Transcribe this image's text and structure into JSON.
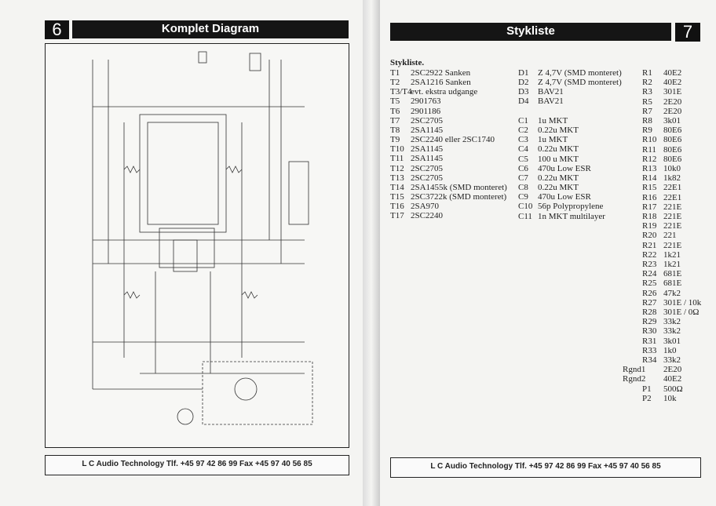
{
  "left_page": {
    "page_number": "6",
    "title": "Komplet Diagram",
    "footer": "L C Audio Technology   Tlf. +45  97 42 86 99  Fax +45  97 40 56 85"
  },
  "right_page": {
    "page_number": "7",
    "title": "Stykliste",
    "footer": "L C Audio Technology   Tlf. +45  97 42 86 99  Fax +45  97 40 56 85",
    "list_title": "Stykliste.",
    "transistors": [
      [
        "T1",
        "2SC2922 Sanken"
      ],
      [
        "T2",
        "2SA1216 Sanken"
      ],
      [
        "T3/T4",
        "evt. ekstra udgange"
      ],
      [
        "T5",
        "2901763"
      ],
      [
        "T6",
        "2901186"
      ],
      [
        "T7",
        "2SC2705"
      ],
      [
        "T8",
        "2SA1145"
      ],
      [
        "T9",
        "2SC2240 eller 2SC1740"
      ],
      [
        "T10",
        "2SA1145"
      ],
      [
        "T11",
        "2SA1145"
      ],
      [
        "T12",
        "2SC2705"
      ],
      [
        "T13",
        "2SC2705"
      ],
      [
        "T14",
        "2SA1455k (SMD monteret)"
      ],
      [
        "T15",
        "2SC3722k (SMD monteret)"
      ],
      [
        "T16",
        "2SA970"
      ],
      [
        "T17",
        "2SC2240"
      ]
    ],
    "diodes": [
      [
        "D1",
        "Z 4,7V (SMD monteret)"
      ],
      [
        "D2",
        "Z 4,7V (SMD monteret)"
      ],
      [
        "D3",
        "BAV21"
      ],
      [
        "D4",
        "BAV21"
      ]
    ],
    "capacitors": [
      [
        "C1",
        "1u MKT"
      ],
      [
        "C2",
        "0.22u MKT"
      ],
      [
        "C3",
        "1u MKT"
      ],
      [
        "C4",
        "0.22u MKT"
      ],
      [
        "C5",
        "100 u MKT"
      ],
      [
        "C6",
        "470u Low ESR"
      ],
      [
        "C7",
        "0.22u MKT"
      ],
      [
        "C8",
        "0.22u MKT"
      ],
      [
        "C9",
        "470u Low ESR"
      ],
      [
        "C10",
        "56p Polypropylene"
      ],
      [
        "C11",
        "1n MKT multilayer"
      ]
    ],
    "resistors": [
      [
        "R1",
        "40E2"
      ],
      [
        "R2",
        "40E2"
      ],
      [
        "R3",
        "301E"
      ],
      [
        "R5",
        "2E20"
      ],
      [
        "R7",
        "2E20"
      ],
      [
        "R8",
        "3k01"
      ],
      [
        "R9",
        "80E6"
      ],
      [
        "R10",
        "80E6"
      ],
      [
        "R11",
        "80E6"
      ],
      [
        "R12",
        "80E6"
      ],
      [
        "R13",
        "10k0"
      ],
      [
        "R14",
        "1k82"
      ],
      [
        "R15",
        "22E1"
      ],
      [
        "R16",
        "22E1"
      ],
      [
        "R17",
        "221E"
      ],
      [
        "R18",
        "221E"
      ],
      [
        "R19",
        "221E"
      ],
      [
        "R20",
        "221"
      ],
      [
        "R21",
        "221E"
      ],
      [
        "R22",
        "1k21"
      ],
      [
        "R23",
        "1k21"
      ],
      [
        "R24",
        "681E"
      ],
      [
        "R25",
        "681E"
      ],
      [
        "R26",
        "47k2"
      ],
      [
        "R27",
        "301E / 10k"
      ],
      [
        "R28",
        "301E / 0Ω"
      ],
      [
        "R29",
        "33k2"
      ],
      [
        "R30",
        "33k2"
      ],
      [
        "R31",
        "3k01"
      ],
      [
        "R33",
        "1k0"
      ],
      [
        "R34",
        "33k2"
      ]
    ],
    "other": [
      [
        "Rgnd1",
        "2E20"
      ],
      [
        "Rgnd2",
        "40E2"
      ],
      [
        "P1",
        "500Ω"
      ],
      [
        "P2",
        "10k"
      ]
    ]
  }
}
